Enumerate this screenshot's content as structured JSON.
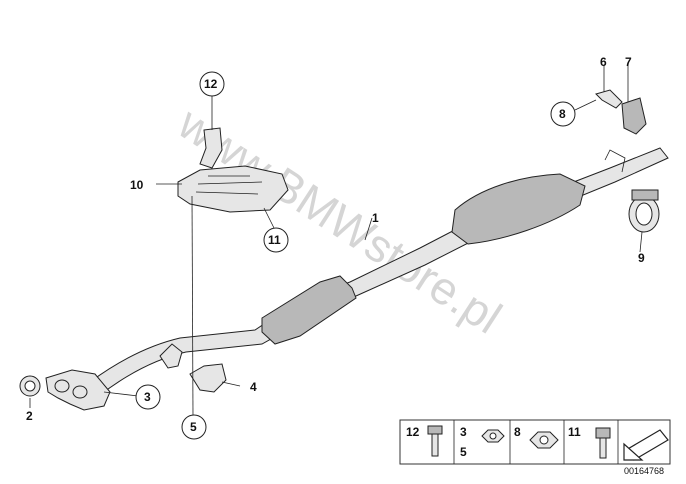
{
  "watermark": "www.BMWstore.pl",
  "diagram_code": "00164768",
  "callouts": {
    "c1": "1",
    "c2": "2",
    "c3": "3",
    "c4": "4",
    "c5": "5",
    "c6": "6",
    "c7": "7",
    "c8": "8",
    "c9": "9",
    "c10": "10",
    "c11": "11",
    "c12": "12"
  },
  "legend": {
    "l12": "12",
    "l3": "3",
    "l5": "5",
    "l8": "8",
    "l11": "11"
  }
}
